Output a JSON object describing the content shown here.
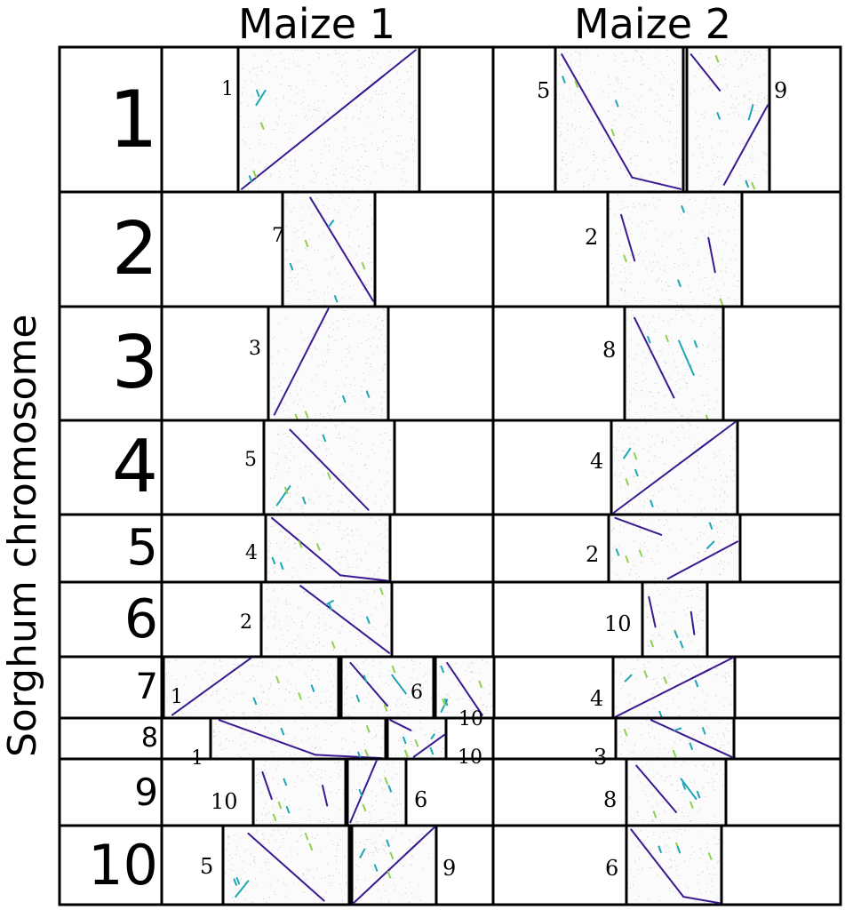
{
  "figure": {
    "column_headers": [
      "Maize 1",
      "Maize 2"
    ],
    "y_axis_title": "Sorghum chromosome",
    "rows": [
      {
        "chromosome": "1",
        "maize1": [
          {
            "label": "1",
            "sections": 1
          }
        ],
        "maize2": [
          {
            "label": "5",
            "sections": 1
          },
          {
            "label": "9",
            "sections": 1
          }
        ]
      },
      {
        "chromosome": "2",
        "maize1": [
          {
            "label": "7",
            "sections": 1
          }
        ],
        "maize2": [
          {
            "label": "2",
            "sections": 1
          }
        ]
      },
      {
        "chromosome": "3",
        "maize1": [
          {
            "label": "3",
            "sections": 1
          }
        ],
        "maize2": [
          {
            "label": "8",
            "sections": 1
          }
        ]
      },
      {
        "chromosome": "4",
        "maize1": [
          {
            "label": "5",
            "sections": 1
          }
        ],
        "maize2": [
          {
            "label": "4",
            "sections": 1
          }
        ]
      },
      {
        "chromosome": "5",
        "maize1": [
          {
            "label": "4",
            "sections": 1
          }
        ],
        "maize2": [
          {
            "label": "2",
            "sections": 1
          }
        ]
      },
      {
        "chromosome": "6",
        "maize1": [
          {
            "label": "2",
            "sections": 1
          }
        ],
        "maize2": [
          {
            "label": "10",
            "sections": 1
          }
        ]
      },
      {
        "chromosome": "7",
        "maize1": [
          {
            "label": "1",
            "sections": 1
          },
          {
            "label": "6",
            "sections": 1
          },
          {
            "label": "10",
            "sections": 1
          }
        ],
        "maize2": [
          {
            "label": "4",
            "sections": 1
          }
        ]
      },
      {
        "chromosome": "8",
        "maize1": [
          {
            "label": "1",
            "sections": 1
          },
          {
            "label": "10",
            "sections": 1
          }
        ],
        "maize2": [
          {
            "label": "3",
            "sections": 1
          }
        ]
      },
      {
        "chromosome": "9",
        "maize1": [
          {
            "label": "10",
            "sections": 1
          },
          {
            "label": "6",
            "sections": 1
          }
        ],
        "maize2": [
          {
            "label": "8",
            "sections": 1
          }
        ]
      },
      {
        "chromosome": "10",
        "maize1": [
          {
            "label": "5",
            "sections": 1
          },
          {
            "label": "9",
            "sections": 1
          }
        ],
        "maize2": [
          {
            "label": "6",
            "sections": 1
          }
        ]
      }
    ]
  },
  "colors": {
    "primary_synteny": "#3b1a8f",
    "secondary_synteny": "#1fa6b5",
    "tertiary_synteny": "#8fd14f",
    "background_dots": "#9a9a9a",
    "grid": "#000000"
  }
}
